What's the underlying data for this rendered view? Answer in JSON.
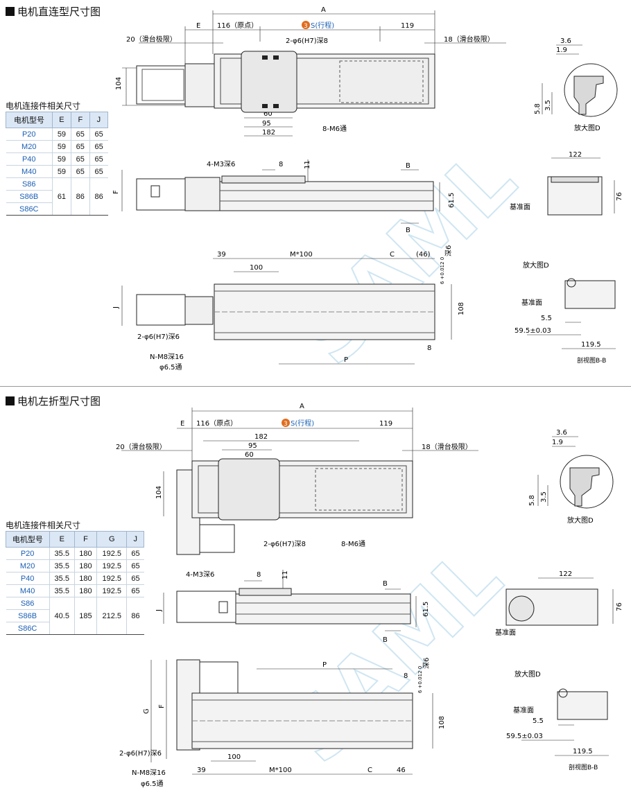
{
  "sections": [
    {
      "title": "电机直连型尺寸图",
      "table_caption": "电机连接件相关尺寸",
      "headers": [
        "电机型号",
        "E",
        "F",
        "J"
      ],
      "rows": [
        {
          "model": "P20",
          "values": [
            "59",
            "65",
            "65"
          ]
        },
        {
          "model": "M20",
          "values": [
            "59",
            "65",
            "65"
          ]
        },
        {
          "model": "P40",
          "values": [
            "59",
            "65",
            "65"
          ]
        },
        {
          "model": "M40",
          "values": [
            "59",
            "65",
            "65"
          ]
        }
      ],
      "group_models": [
        "S86",
        "S86B",
        "S86C"
      ],
      "group_values": [
        "61",
        "86",
        "86"
      ]
    },
    {
      "title": "电机左折型尺寸图",
      "table_caption": "电机连接件相关尺寸",
      "headers": [
        "电机型号",
        "E",
        "F",
        "G",
        "J"
      ],
      "rows": [
        {
          "model": "P20",
          "values": [
            "35.5",
            "180",
            "192.5",
            "65"
          ]
        },
        {
          "model": "M20",
          "values": [
            "35.5",
            "180",
            "192.5",
            "65"
          ]
        },
        {
          "model": "P40",
          "values": [
            "35.5",
            "180",
            "192.5",
            "65"
          ]
        },
        {
          "model": "M40",
          "values": [
            "35.5",
            "180",
            "192.5",
            "65"
          ]
        }
      ],
      "group_models": [
        "S86",
        "S86B",
        "S86C"
      ],
      "group_values": [
        "40.5",
        "185",
        "212.5",
        "86"
      ]
    }
  ],
  "dims": {
    "A": "A",
    "E": "E",
    "F": "F",
    "J": "J",
    "G": "G",
    "C": "C",
    "P": "P",
    "B": "B",
    "origin": "116（原点）",
    "stroke_num": "3",
    "stroke": "S(行程)",
    "d119": "119",
    "limit_left": "20（滑台极限）",
    "limit_right": "18（滑台极限）",
    "d104": "104",
    "hole_pin": "2-φ6(H7)深8",
    "thru": "8-M6通",
    "d60": "60",
    "d95": "95",
    "d182": "182",
    "m3": "4-M3深6",
    "d8": "8",
    "d11": "11",
    "d615": "61.5",
    "d39": "39",
    "m100": "M*100",
    "d46p": "(46)",
    "d46": "46",
    "d100": "100",
    "deep6": "深6",
    "tol": "6 +0.012 0",
    "pin6": "2-φ6(H7)深6",
    "nm8": "N-M8深16",
    "d65": "φ6.5通",
    "d108": "108",
    "d36": "3.6",
    "d19": "1.9",
    "d58": "5.8",
    "d35": "3.5",
    "zoom": "放大图D",
    "d122": "122",
    "d76": "76",
    "ref": "基准面",
    "d55": "5.5",
    "d595": "59.5±0.03",
    "d1195": "119.5",
    "section_bb": "剖视图B-B",
    "watermark": "SAML"
  }
}
